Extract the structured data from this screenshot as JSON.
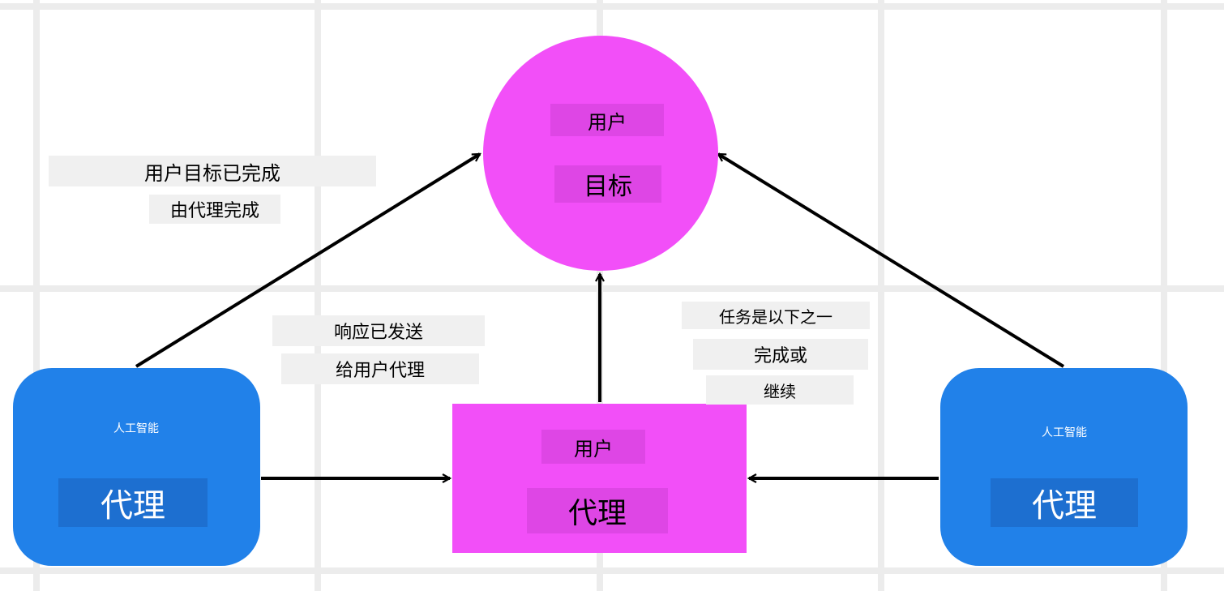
{
  "colors": {
    "goal_fill": "#f24ff8",
    "goal_chip": "#de46e5",
    "user_agent_fill": "#f24ff8",
    "user_agent_chip": "#de46e5",
    "ai_agent_fill": "#2181e9",
    "ai_agent_chip": "#1d6fd0",
    "label_bg": "#f0f0f0",
    "grid": "#ececec",
    "arrow": "#000000"
  },
  "goal": {
    "line1": "用户",
    "line2": "目标"
  },
  "user_agent": {
    "line1": "用户",
    "line2": "代理"
  },
  "ai_agent_left": {
    "line1": "人工智能",
    "line2": "代理"
  },
  "ai_agent_right": {
    "line1": "人工智能",
    "line2": "代理"
  },
  "labels": {
    "goal_completed": {
      "line1": "用户目标已完成",
      "line2": "由代理完成"
    },
    "response_sent": {
      "line1": "响应已发送",
      "line2": "给用户代理"
    },
    "task_status": {
      "line1": "任务是以下之一",
      "line2": "完成或",
      "line3": "继续"
    }
  }
}
